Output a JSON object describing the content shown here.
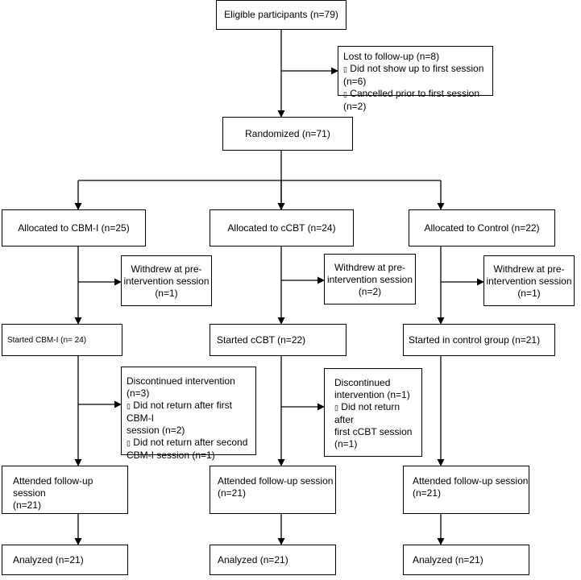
{
  "eligible": "Eligible participants (n=79)",
  "lost": {
    "title": "Lost to follow-up (n=8)",
    "items": [
      {
        "bullet": "▯",
        "text": "Did not show up to first session (n=6)"
      },
      {
        "bullet": "▯",
        "text": "Cancelled prior to first session (n=2)"
      }
    ]
  },
  "randomized": "Randomized (n=71)",
  "arms": [
    {
      "allocated": "Allocated to CBM-I (n=25)",
      "withdrew": [
        "Withdrew at pre-",
        "intervention session",
        "(n=1)"
      ],
      "started": "Started CBM-I (n= 24)",
      "discontinued": {
        "title": "Discontinued intervention (n=3)",
        "items": [
          {
            "bullet": "▯",
            "lines": [
              "Did not return after first CBM-I",
              "session (n=2)"
            ]
          },
          {
            "bullet": "▯",
            "lines": [
              "Did not return after second",
              "CBM-I session (n=1)"
            ]
          }
        ]
      },
      "followup": [
        "Attended follow-up session",
        "(n=21)"
      ],
      "analyzed": "Analyzed (n=21)"
    },
    {
      "allocated": "Allocated to cCBT (n=24)",
      "withdrew": [
        "Withdrew at pre-",
        "intervention session",
        "(n=2)"
      ],
      "started": "Started cCBT (n=22)",
      "discontinued": {
        "title_lines": [
          "Discontinued",
          "intervention (n=1)"
        ],
        "items": [
          {
            "bullet": "▯",
            "lines": [
              "Did not return after",
              "first cCBT session",
              "(n=1)"
            ]
          }
        ]
      },
      "followup": [
        "Attended follow-up session",
        "(n=21)"
      ],
      "analyzed": "Analyzed (n=21)"
    },
    {
      "allocated": "Allocated to Control (n=22)",
      "withdrew": [
        "Withdrew at pre-",
        "intervention session",
        "(n=1)"
      ],
      "started": "Started in control group (n=21)",
      "followup": [
        "Attended follow-up session",
        "(n=21)"
      ],
      "analyzed": "Analyzed (n=21)"
    }
  ]
}
